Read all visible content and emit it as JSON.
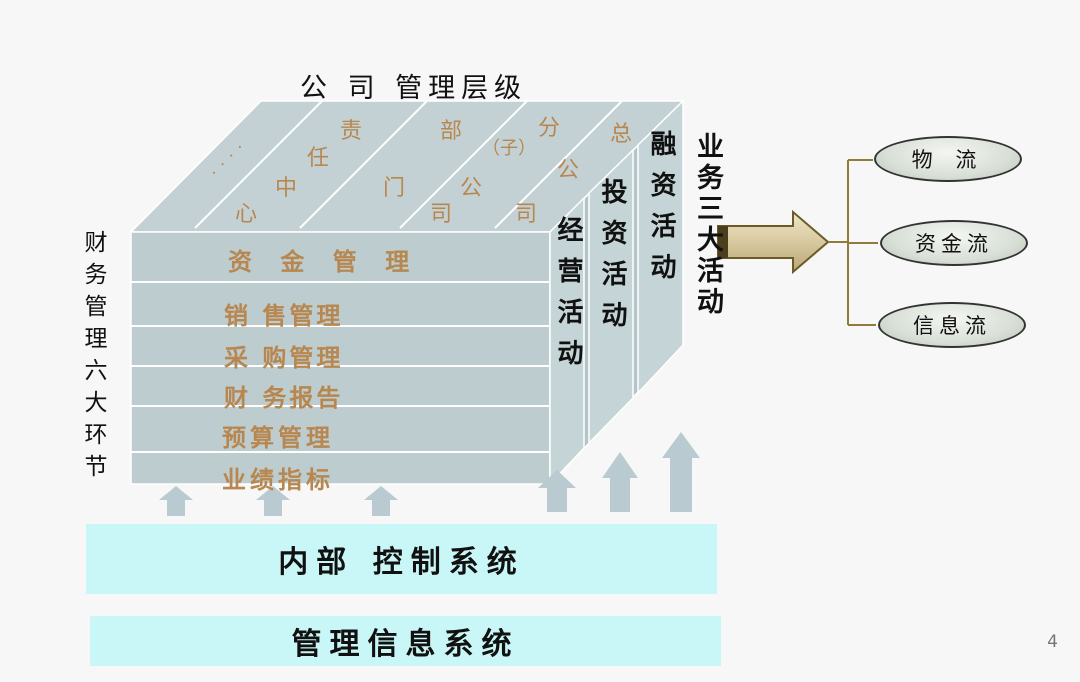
{
  "diagram": {
    "top_title": "公 司 管理层级",
    "left_label": "财务管理六大环节",
    "modules": [
      "资 金 管 理",
      "销 售管理",
      "采 购管理",
      "财 务报告",
      "预算管理",
      "业绩指标"
    ],
    "hierarchy_chars": {
      "dots": "· · · ·",
      "responsibility_center": [
        "心",
        "中",
        "任",
        "责"
      ],
      "department": [
        "司",
        "门",
        "部"
      ],
      "subsidiary": [
        "司",
        "公",
        "（子）",
        "分"
      ],
      "headquarters": [
        "公",
        "总"
      ]
    },
    "activities": [
      "经营活动",
      "投资活动",
      "融资活动"
    ],
    "business_label": "业务三大活动",
    "flows": [
      "物 流",
      "资金流",
      "信息流"
    ],
    "internal_control": "内部 控制系统",
    "mis": "管理信息系统",
    "page_number": "4",
    "colors": {
      "cube_front": "#bccccf",
      "cube_top": "#c3d1d4",
      "module_text": "#b8874f",
      "bar": "#c9f7f7",
      "arrow_gold": "#d8c9a0",
      "arrow_up": "#b9cbd0"
    }
  }
}
